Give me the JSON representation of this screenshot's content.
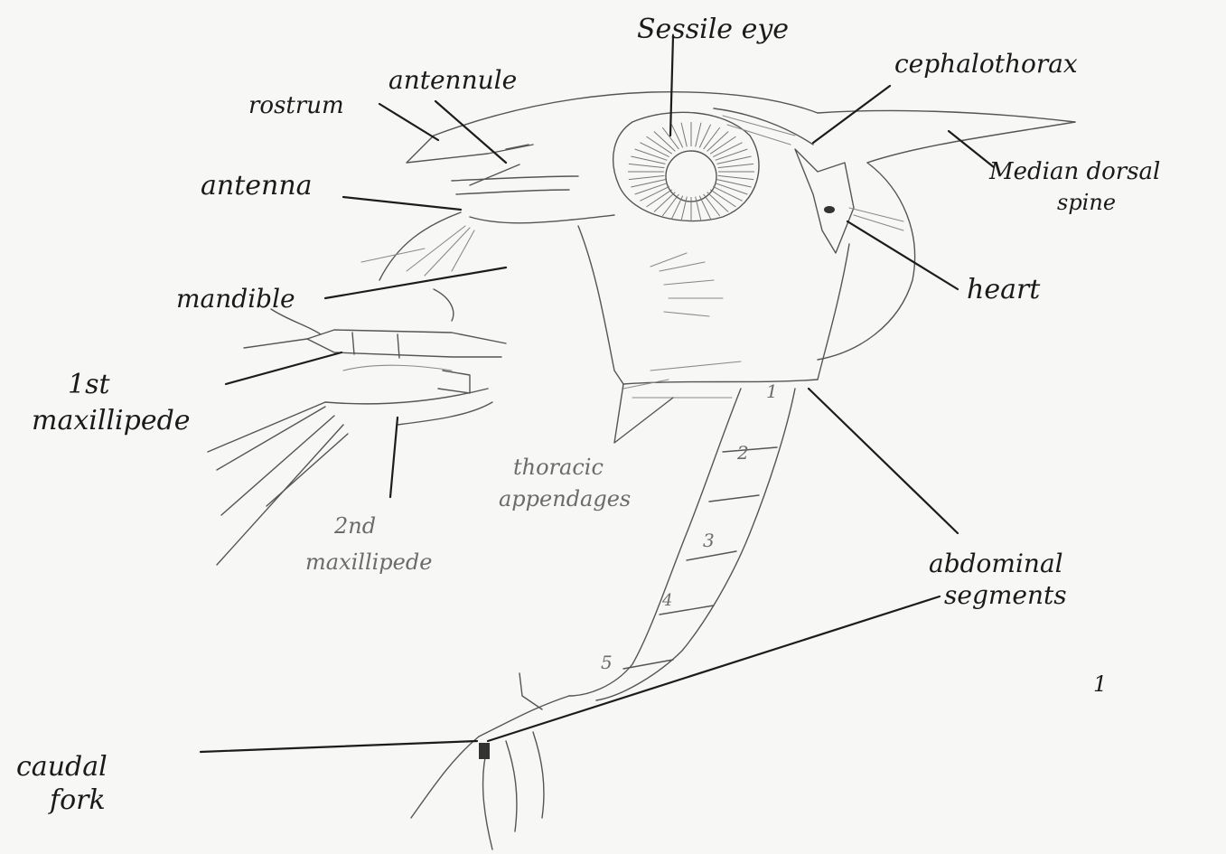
{
  "diagram": {
    "labels": {
      "sessile_eye": "Sessile eye",
      "cephalothorax": "cephalothorax",
      "antennule": "antennule",
      "rostrum": "rostrum",
      "median_dorsal_spine_1": "Median dorsal",
      "median_dorsal_spine_2": "spine",
      "antenna": "antenna",
      "heart": "heart",
      "mandible": "mandible",
      "first_maxillipede_1": "1st",
      "first_maxillipede_2": "maxillipede",
      "thoracic_appendages_1": "thoracic",
      "thoracic_appendages_2": "appendages",
      "second_maxillipede_1": "2nd",
      "second_maxillipede_2": "maxillipede",
      "abdominal_segments_1": "abdominal",
      "abdominal_segments_2": "segments",
      "caudal_fork_1": "caudal",
      "caudal_fork_2": "fork"
    },
    "segment_numbers": [
      "1",
      "2",
      "3",
      "4",
      "5"
    ],
    "page_mark": "1"
  }
}
